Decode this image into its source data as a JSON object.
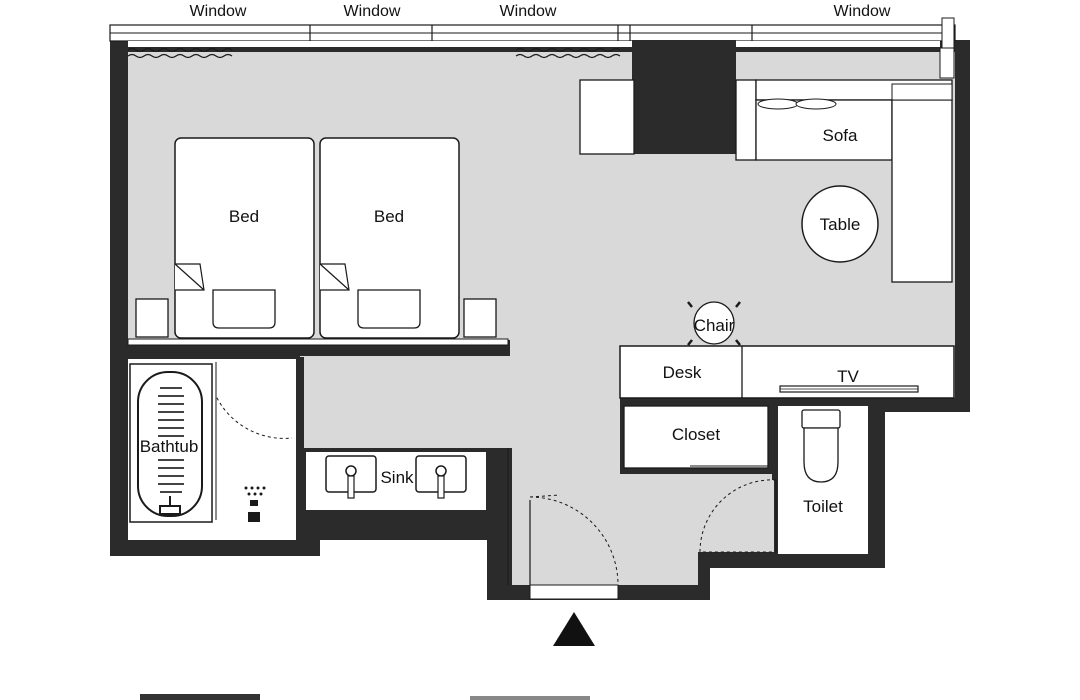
{
  "windows": [
    "Window",
    "Window",
    "Window",
    "Window"
  ],
  "rooms": {
    "bed_1": "Bed",
    "bed_2": "Bed",
    "sofa": "Sofa",
    "table": "Table",
    "chair": "Chair",
    "desk": "Desk",
    "tv": "TV",
    "closet": "Closet",
    "toilet": "Toilet",
    "sink": "Sink",
    "bathtub": "Bathtub"
  },
  "colors": {
    "wall": "#2b2b2b",
    "floor": "#d9d9d9",
    "furniture": "#ffffff",
    "line": "#1a1a1a"
  },
  "icons": [
    "entrance-arrow-icon",
    "shower-icon",
    "faucet-icon",
    "curtain-icon"
  ]
}
